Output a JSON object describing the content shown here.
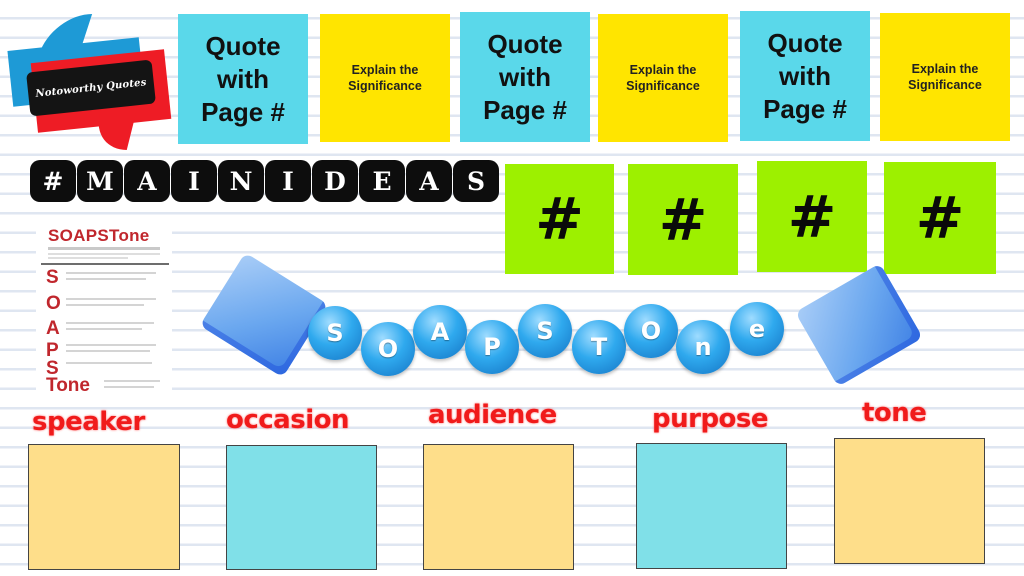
{
  "logo": {
    "text": "Notoworthy Quotes",
    "colors": {
      "blue": "#1e9ad6",
      "red": "#ee1c25",
      "black": "#141414"
    }
  },
  "quote_row": [
    {
      "type": "quote",
      "text": "Quote\nwith\nPage #",
      "color": "#5ad8ea"
    },
    {
      "type": "explain",
      "text": "Explain the\nSignificance",
      "color": "#ffe500"
    },
    {
      "type": "quote",
      "text": "Quote\nwith\nPage #",
      "color": "#5ad8ea"
    },
    {
      "type": "explain",
      "text": "Explain the\nSignificance",
      "color": "#ffe500"
    },
    {
      "type": "quote",
      "text": "Quote\nwith\nPage #",
      "color": "#5ad8ea"
    },
    {
      "type": "explain",
      "text": "Explain the\nSignificance",
      "color": "#ffe500"
    }
  ],
  "main_ideas": {
    "letters": [
      "#",
      "M",
      "A",
      "I",
      "N",
      "I",
      "D",
      "E",
      "A",
      "S"
    ]
  },
  "hash_tiles": [
    "#",
    "#",
    "#",
    "#"
  ],
  "hash_color": "#9df000",
  "doc_thumbnail": {
    "title": "SOAPSTone",
    "letters": [
      "S",
      "O",
      "A",
      "P",
      "S",
      "Tone"
    ]
  },
  "banner": {
    "letters": [
      "S",
      "O",
      "A",
      "P",
      "S",
      "T",
      "O",
      "n",
      "e"
    ]
  },
  "categories": [
    {
      "label": "speaker",
      "color": "#fede8a"
    },
    {
      "label": "occasion",
      "color": "#80e0e8"
    },
    {
      "label": "audience",
      "color": "#fede8a"
    },
    {
      "label": "purpose",
      "color": "#80e0e8"
    },
    {
      "label": "tone",
      "color": "#fede8a"
    }
  ]
}
